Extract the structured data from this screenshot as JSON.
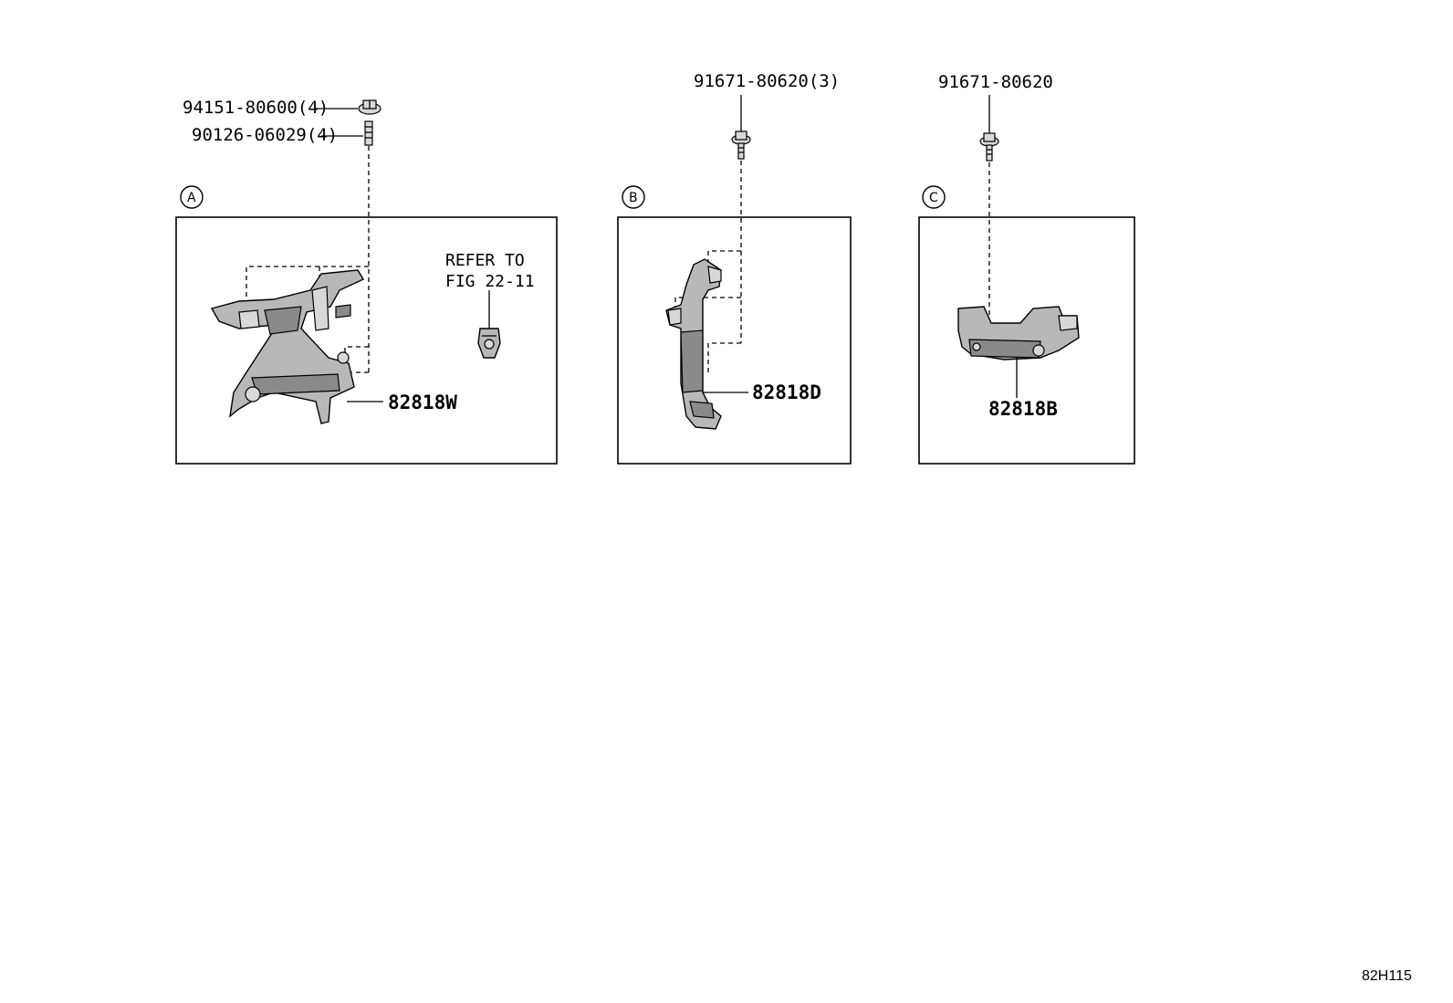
{
  "figure_id": "82H115",
  "sections": [
    {
      "circle_label": "A",
      "callouts": [
        "94151-80600(4)",
        "90126-06029(4)"
      ],
      "part_number": "82818W",
      "note_line1": "REFER TO",
      "note_line2": "FIG 22-11"
    },
    {
      "circle_label": "B",
      "callouts": [
        "91671-80620(3)"
      ],
      "part_number": "82818D"
    },
    {
      "circle_label": "C",
      "callouts": [
        "91671-80620"
      ],
      "part_number": "82818B"
    }
  ]
}
